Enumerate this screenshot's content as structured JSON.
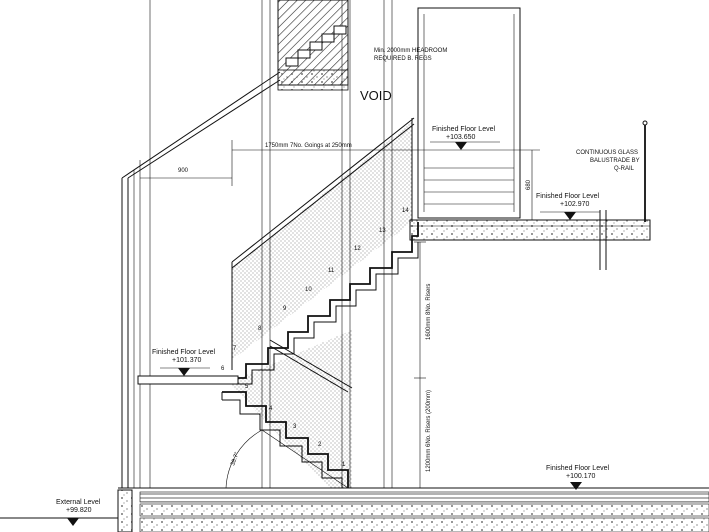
{
  "drawing": {
    "void_label": "VOID",
    "headroom_note": [
      "Min. 2000mm HEADROOM",
      "REQUIRED B. REGS"
    ],
    "goings_dim": "1750mm 7No. Goings at 250mm",
    "dim_900": "900",
    "dim_680": "680",
    "risers_upper": "1600mm 8No. Risers",
    "risers_lower": "1200mm 6No. Risers (200mm)",
    "angle": "38.7°",
    "balustrade_note": [
      "CONTINUOUS GLASS",
      "BALUSTRADE BY",
      "Q-RAIL"
    ],
    "levels": {
      "top": {
        "label": "Finished Floor Level",
        "value": "+103.650"
      },
      "first": {
        "label": "Finished Floor Level",
        "value": "+102.970"
      },
      "landing": {
        "label": "Finished Floor Level",
        "value": "+101.370"
      },
      "ground": {
        "label": "Finished Floor Level",
        "value": "+100.170"
      },
      "external": {
        "label": "External Level",
        "value": "+99.820"
      }
    },
    "step_numbers": [
      "1",
      "2",
      "3",
      "4",
      "5",
      "6",
      "7",
      "8",
      "9",
      "10",
      "11",
      "12",
      "13",
      "14"
    ]
  }
}
